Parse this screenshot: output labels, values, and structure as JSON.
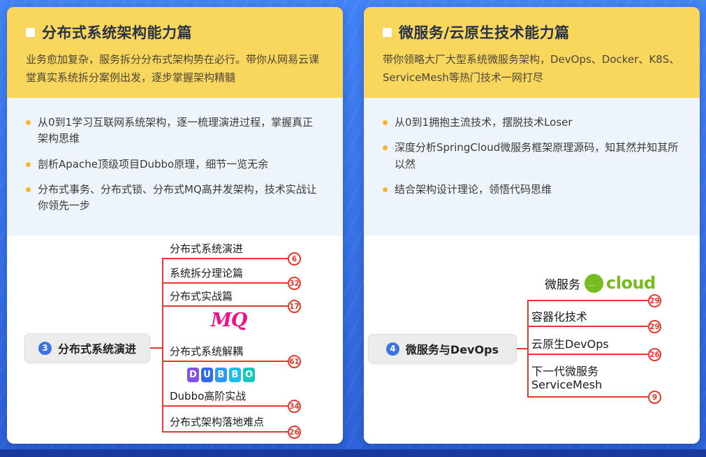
{
  "theme": {
    "background_top": "#4284f7",
    "background_bottom": "#2d62d9",
    "bottom_bar": "#19399e",
    "header_yellow": "#f9d65c",
    "panel_blue": "#edf4fa",
    "accent_red": "#e6392b",
    "bullet_orange": "#f5b52e",
    "badge_blue": "#3f74e0",
    "mq_magenta": "#ee1288",
    "spring_green": "#77bc1f",
    "dubbo_colors": [
      "#8250e8",
      "#2f6bf0",
      "#2e9bf5",
      "#19bde9",
      "#15c8bb"
    ]
  },
  "cards": [
    {
      "title": "分布式系统架构能力篇",
      "subtitle": "业务愈加复杂，服务拆分分布式架构势在必行。带你从网易云课堂真实系统拆分案例出发，逐步掌握架构精髓",
      "bullets": [
        "从0到1学习互联网系统架构，逐一梳理演进过程，掌握真正架构思维",
        "剖析Apache顶级项目Dubbo原理，细节一览无余",
        "分布式事务、分布式锁、分布式MQ高并发架构，技术实战让你领先一步"
      ],
      "node": {
        "number": "3",
        "label": "分布式系统演进"
      },
      "branches": [
        {
          "label": "分布式系统演进",
          "count": "6"
        },
        {
          "label": "系统拆分理论篇",
          "count": "32"
        },
        {
          "label": "分布式实战篇",
          "count": "17"
        },
        {
          "label": "分布式系统解耦",
          "count": "61"
        },
        {
          "label": "Dubbo高阶实战",
          "count": "34"
        },
        {
          "label": "分布式架构落地难点",
          "count": "26"
        }
      ],
      "logos": {
        "mq": "MQ",
        "dubbo": [
          "D",
          "U",
          "B",
          "B",
          "O"
        ]
      }
    },
    {
      "title": "微服务/云原生技术能力篇",
      "subtitle": "带你领略大厂大型系统微服务架构，DevOps、Docker、K8S、ServiceMesh等热门技术一网打尽",
      "bullets": [
        "从0到1拥抱主流技术，摆脱技术Loser",
        "深度分析SpringCloud微服务框架原理源码，知其然并知其所以然",
        "结合架构设计理论，领悟代码思维"
      ],
      "node": {
        "number": "4",
        "label": "微服务与DevOps"
      },
      "branches": [
        {
          "label": "微服务",
          "count": "29"
        },
        {
          "label": "容器化技术",
          "count": "29"
        },
        {
          "label": "云原生DevOps",
          "count": "26"
        },
        {
          "label": "下一代微服务",
          "label2": "ServiceMesh",
          "count": "9"
        }
      ],
      "logos": {
        "cloud_text": "cloud"
      }
    }
  ]
}
